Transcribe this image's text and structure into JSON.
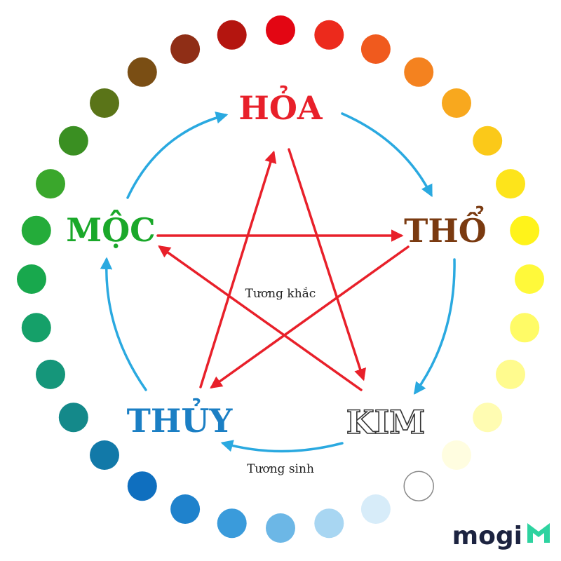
{
  "elements": {
    "hoa": {
      "label": "HỎA",
      "color": "#e8202a"
    },
    "tho": {
      "label": "THỔ",
      "color": "#7a3a10"
    },
    "kim": {
      "label": "KIM",
      "color": "#ffffff",
      "stroke": "#333333"
    },
    "thuy": {
      "label": "THỦY",
      "color": "#1b7fc4"
    },
    "moc": {
      "label": "MỘC",
      "color": "#1aa82a"
    }
  },
  "labels": {
    "tuong_khac": "Tương khắc",
    "tuong_sinh": "Tương sinh"
  },
  "colors": {
    "sinh_arrow": "#2aa9e0",
    "khac_arrow": "#e8202a",
    "logo_text": "#1c2340",
    "logo_mark": "#2ed3a0"
  },
  "color_wheel": [
    "#e30613",
    "#ec2a1c",
    "#f05a1e",
    "#f4821f",
    "#f8a81e",
    "#fbc919",
    "#fde41b",
    "#fff31a",
    "#fff93a",
    "#fffb66",
    "#fffb8e",
    "#fffcb2",
    "#fffde0",
    "#ffffff",
    "#d7ecf9",
    "#a8d6f2",
    "#6cb7e6",
    "#3a9bdb",
    "#1f82cc",
    "#0f6fbf",
    "#1279a8",
    "#14898a",
    "#15967a",
    "#15a069",
    "#18a84d",
    "#24ac3a",
    "#3aa72c",
    "#3a8f22",
    "#5a7418",
    "#7a4e14",
    "#8f2e16",
    "#b4150f"
  ],
  "logo": {
    "text": "mogi"
  }
}
